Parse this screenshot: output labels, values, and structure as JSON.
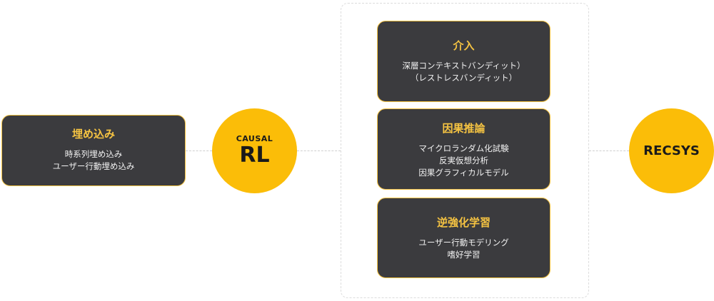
{
  "colors": {
    "card_bg": "#3b3b3e",
    "card_title": "#f5c342",
    "circle_fill": "#fbbd08",
    "connector": "#cfcfcf"
  },
  "embedding": {
    "title": "埋め込み",
    "lines": [
      "時系列埋め込み",
      "ユーザー行動埋め込み"
    ]
  },
  "causal_rl": {
    "small_label": "CAUSAL",
    "big_label": "RL"
  },
  "intervention": {
    "title": "介入",
    "lines": [
      "深層コンテキストバンディット）",
      "（レストレスバンディット）"
    ]
  },
  "causal_inference": {
    "title": "因果推論",
    "lines": [
      "マイクロランダム化試験",
      "反実仮想分析",
      "因果グラフィカルモデル"
    ]
  },
  "inverse_rl": {
    "title": "逆強化学習",
    "lines": [
      "ユーザー行動モデリング",
      "嗜好学習"
    ]
  },
  "recsys": {
    "label": "RECSYS"
  }
}
